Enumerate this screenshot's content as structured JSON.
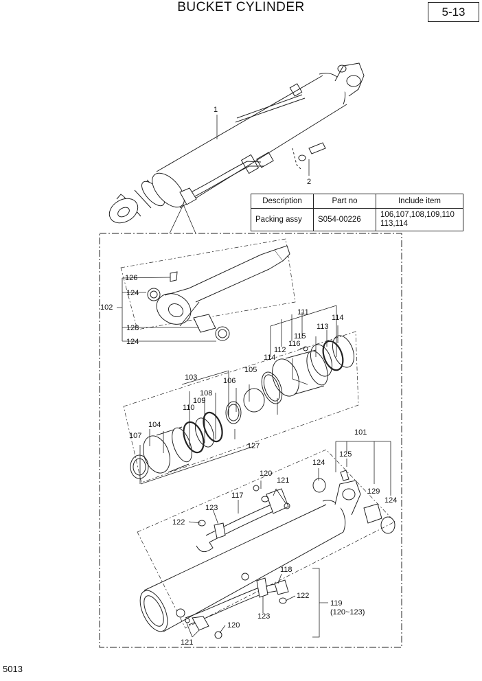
{
  "header": {
    "title": "BUCKET CYLINDER",
    "page_ref": "5-13"
  },
  "footer": {
    "code": "5013"
  },
  "kit_table": {
    "headers": [
      "Description",
      "Part no",
      "Include item"
    ],
    "rows": [
      {
        "description": "Packing assy",
        "part_no": "S054-00226",
        "include_line1": "106,107,108,109,110",
        "include_line2": "113,114"
      }
    ]
  },
  "callouts": {
    "c1": "1",
    "c2": "2",
    "c102": "102",
    "c126": "126",
    "c124a": "124",
    "c128": "128",
    "c124b": "124",
    "c111": "111",
    "c115": "115",
    "c113": "113",
    "c114a": "114",
    "c116": "116",
    "c112": "112",
    "c114b": "114",
    "c105": "105",
    "c103": "103",
    "c106": "106",
    "c108": "108",
    "c109": "109",
    "c110": "110",
    "c104": "104",
    "c107": "107",
    "c127": "127",
    "c101": "101",
    "c124c": "124",
    "c125": "125",
    "c129": "129",
    "c124d": "124",
    "c120a": "120",
    "c121a": "121",
    "c117": "117",
    "c123a": "123",
    "c122a": "122",
    "c118": "118",
    "c122b": "122",
    "c119": "119",
    "c119sub": "(120~123)",
    "c123b": "123",
    "c120b": "120",
    "c121b": "121"
  }
}
